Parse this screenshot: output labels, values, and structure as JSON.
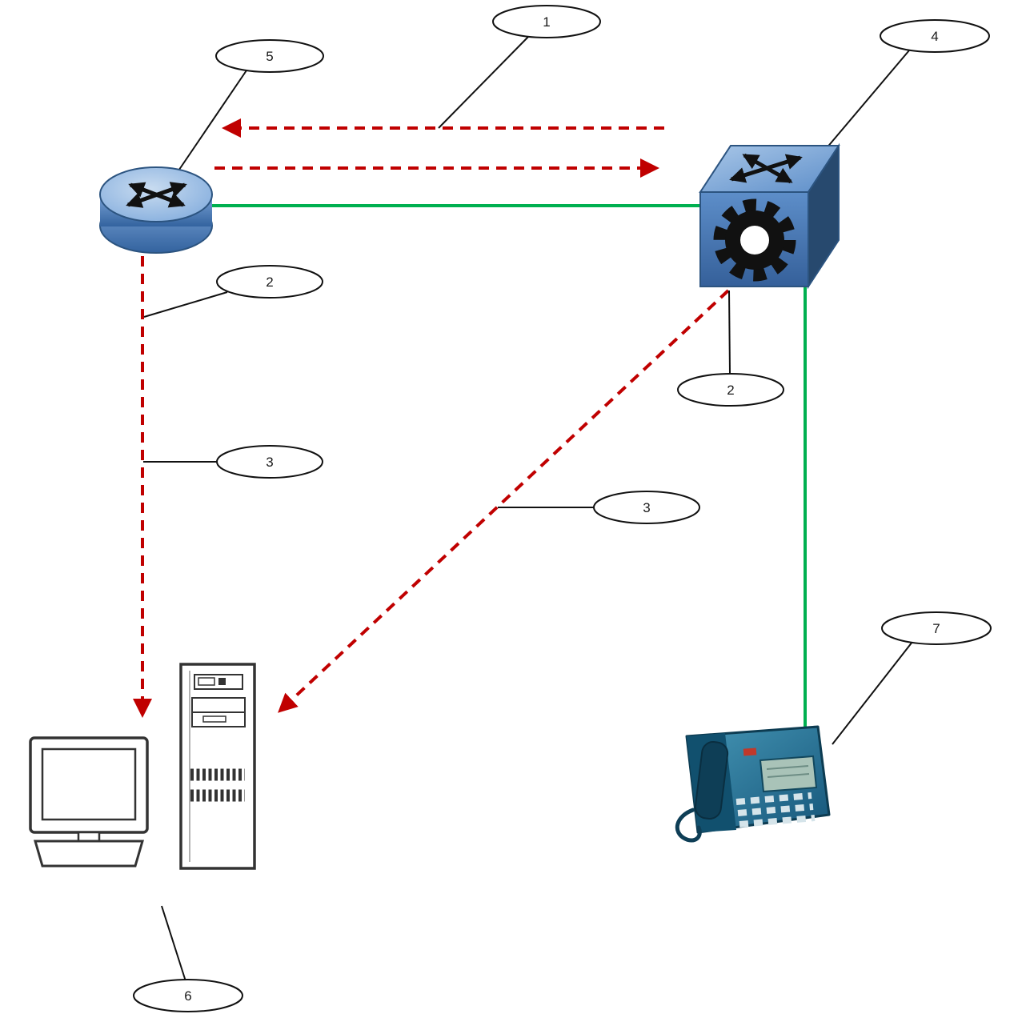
{
  "figure": {
    "kind": "network-callout-diagram",
    "background": "#ffffff"
  },
  "colors": {
    "flow_dashed_red": "#c00000",
    "link_solid_green": "#00b050",
    "device_blue_light": "#9dc3e6",
    "device_blue": "#4d7fbe",
    "device_blue_dark": "#27496e",
    "callout_fill": "#ffffff",
    "callout_stroke": "#000000",
    "phone_teal": "#2d7da0",
    "outline_dark": "#333333"
  },
  "callouts": [
    {
      "id": "callout-1",
      "label": "1",
      "points_to": "bidirectional dashed flow between router and switch"
    },
    {
      "id": "callout-2-router",
      "label": "2",
      "points_to": "dashed flow leaving router toward computer"
    },
    {
      "id": "callout-2-switch",
      "label": "2",
      "points_to": "dashed flow leaving switch toward tower"
    },
    {
      "id": "callout-3-left",
      "label": "3",
      "points_to": "dashed flow from router down to computer"
    },
    {
      "id": "callout-3-right",
      "label": "3",
      "points_to": "dashed flow from switch down to tower"
    },
    {
      "id": "callout-4",
      "label": "4",
      "points_to": "switch"
    },
    {
      "id": "callout-5",
      "label": "5",
      "points_to": "router"
    },
    {
      "id": "callout-6",
      "label": "6",
      "points_to": "desktop computer and tower"
    },
    {
      "id": "callout-7",
      "label": "7",
      "points_to": "ip phone"
    }
  ],
  "devices": [
    {
      "id": "router",
      "icon": "router-cylinder-icon"
    },
    {
      "id": "switch",
      "icon": "switch-cube-gear-icon"
    },
    {
      "id": "desktop-computer",
      "icon": "monitor-keyboard-icon"
    },
    {
      "id": "tower-computer",
      "icon": "tower-pc-icon"
    },
    {
      "id": "ip-phone",
      "icon": "ip-phone-icon"
    }
  ],
  "links": [
    {
      "from": "switch",
      "to": "router",
      "style": "dashed",
      "color": "#c00000",
      "arrowhead": "at-router-side"
    },
    {
      "from": "router",
      "to": "switch",
      "style": "dashed",
      "color": "#c00000",
      "arrowhead": "at-switch-side"
    },
    {
      "from": "router",
      "to": "switch",
      "style": "solid",
      "color": "#00b050"
    },
    {
      "from": "router",
      "to": "desktop-computer",
      "style": "dashed",
      "color": "#c00000",
      "arrowhead": "at-computer"
    },
    {
      "from": "switch",
      "to": "tower-computer",
      "style": "dashed",
      "color": "#c00000",
      "arrowhead": "at-tower"
    },
    {
      "from": "switch",
      "to": "ip-phone",
      "style": "solid",
      "color": "#00b050"
    }
  ]
}
